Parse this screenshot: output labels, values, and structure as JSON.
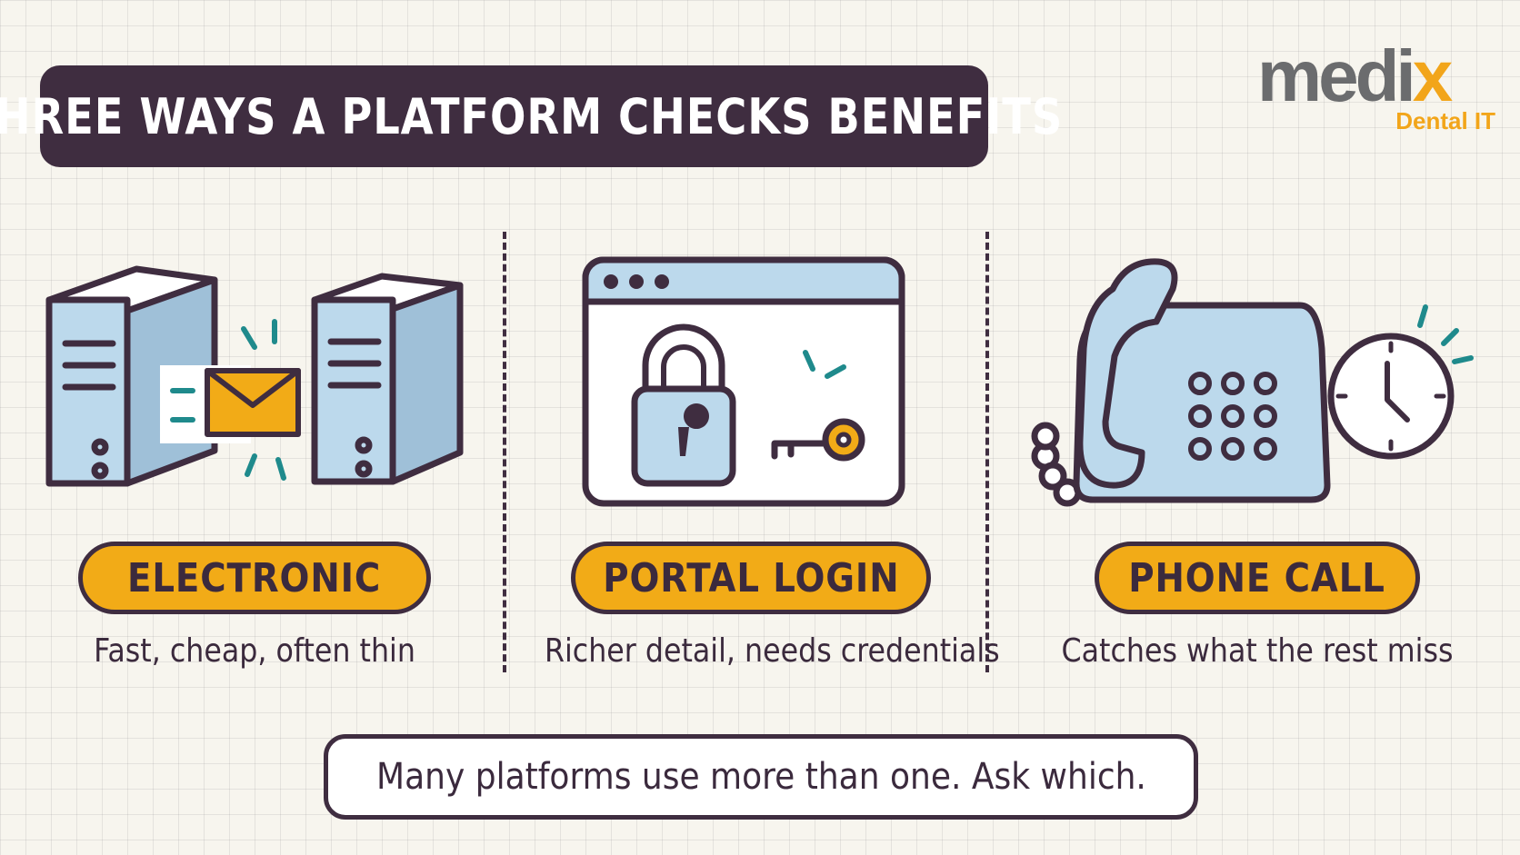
{
  "header": {
    "title": "THREE WAYS A PLATFORM CHECKS BENEFITS"
  },
  "logo": {
    "word_main": "medi",
    "word_x": "x",
    "subtitle": "Dental IT"
  },
  "colors": {
    "dark": "#3f2d40",
    "accent": "#f2ab17",
    "illustration_fill": "#bcd9ec",
    "spark": "#1f8a8c",
    "background": "#f7f5ee"
  },
  "methods": [
    {
      "label": "ELECTRONIC",
      "caption": "Fast, cheap, often thin",
      "icon": "servers-envelope-icon"
    },
    {
      "label": "PORTAL LOGIN",
      "caption": "Richer detail, needs credentials",
      "icon": "browser-lock-key-icon"
    },
    {
      "label": "PHONE CALL",
      "caption": "Catches what the rest miss",
      "icon": "telephone-clock-icon"
    }
  ],
  "footer": {
    "note": "Many platforms use more than one. Ask which."
  }
}
